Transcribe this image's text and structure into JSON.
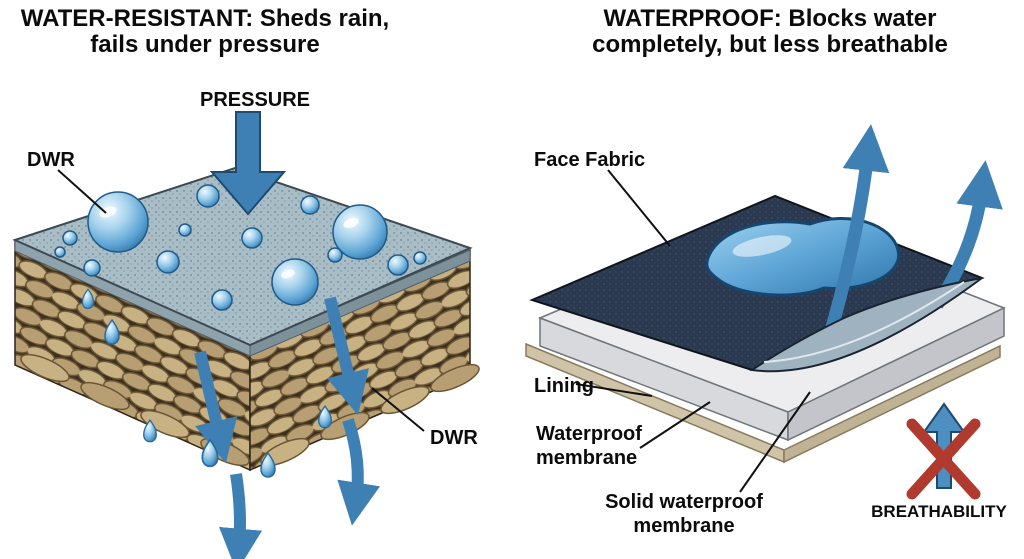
{
  "left": {
    "title1": "WATER-RESISTANT: Sheds rain,",
    "title2": "fails under pressure",
    "pressure_label": "PRESSURE",
    "dwr_label_left": "DWR",
    "dwr_label_right": "DWR"
  },
  "right": {
    "title1": "WATERPROOF: Blocks water",
    "title2": "completely, but less breathable",
    "face_fabric_label": "Face Fabric",
    "lining_label": "Lining",
    "membrane_label_1": "Waterproof",
    "membrane_label_2": "membrane",
    "solid_label_1": "Solid waterproof",
    "solid_label_2": "membrane",
    "breathability_label": "BREATHABILITY"
  },
  "colors": {
    "water_blue": "#5aa3d4",
    "arrow_blue": "#3f80b4",
    "face_fabric_navy": "#2a3950",
    "weave_tan": "#c8b183",
    "membrane_white": "#ededf0",
    "lining_tan": "#cfc3a8",
    "cross_red": "#b03a2e"
  }
}
